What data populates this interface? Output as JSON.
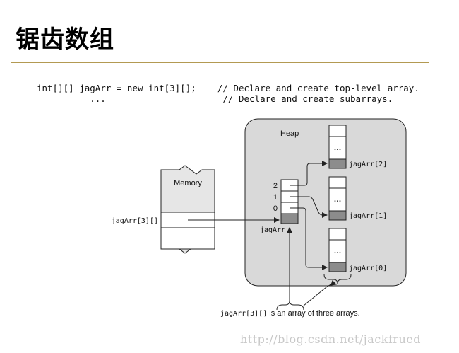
{
  "slide": {
    "title": "锯齿数组",
    "code_line1": "int[][] jagArr = new int[3][];    // Declare and create top-level array.",
    "code_line2": "          ...                      // Declare and create subarrays."
  },
  "diagram": {
    "heap_label": "Heap",
    "memory_label": "Memory",
    "memory_slot_label": "jagArr[3][]",
    "top_array_label": "jagArr",
    "index_labels": [
      "2",
      "1",
      "0"
    ],
    "sub_array_labels": [
      "jagArr[2]",
      "jagArr[1]",
      "jagArr[0]"
    ],
    "ellipsis": "…",
    "caption_mono": "jagArr[3][]",
    "caption_text": " is an array of three arrays.",
    "colors": {
      "heap_fill": "#d9d9d9",
      "memory_fill": "#e6e6e6",
      "cell_shaded": "#8c8c8c",
      "stroke": "#222222"
    }
  },
  "watermark": "http://blog.csdn.net/jackfrued"
}
